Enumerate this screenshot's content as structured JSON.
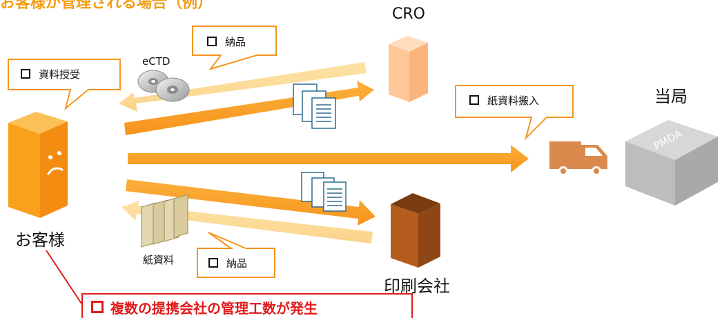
{
  "title": "お客様が管理される場合（例）",
  "nodes": {
    "customer": "お客様",
    "cro": "CRO",
    "authority": "当局",
    "printer": "印刷会社",
    "pmda": "PMDA"
  },
  "items": {
    "ectd": "eCTD",
    "paper_docs": "紙資料"
  },
  "callouts": {
    "exchange": "資料授受",
    "delivery_top": "納品",
    "paper_delivery": "紙資料搬入",
    "delivery_bottom": "納品"
  },
  "alert": "複数の提携会社の管理工数が発生",
  "colors": {
    "orange": "#f7941d",
    "light_orange": "#fbd38a",
    "customer_box": "#f9a11b",
    "cro_box": "#fdc79a",
    "printer_box": "#a9531a",
    "truck": "#d98a4c",
    "pmda_box": "#c8c8c8",
    "alert_red": "#e11b1b"
  }
}
